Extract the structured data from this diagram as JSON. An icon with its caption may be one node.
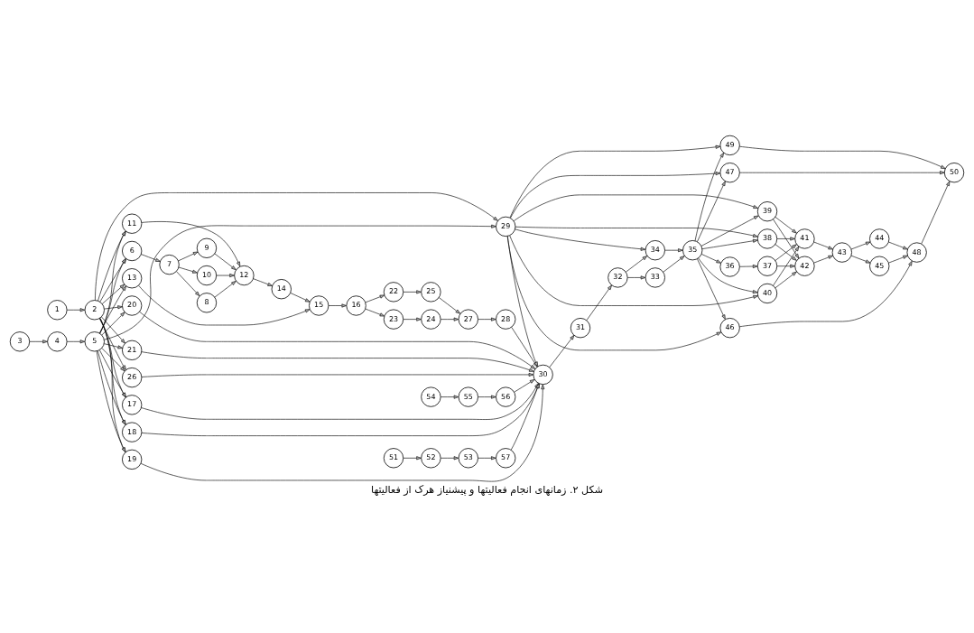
{
  "diagram": {
    "caption": "شکل ۲. زمانهای انجام فعالیتها و پیشنیاز هرک از فعالیتها",
    "nodes": [
      {
        "text": [
          "1"
        ]
      },
      {
        "text": [
          "2"
        ]
      },
      {
        "text": [
          "3"
        ]
      },
      {
        "text": [
          "4"
        ]
      },
      {
        "text": [
          "5"
        ]
      },
      {
        "text": [
          "6"
        ]
      },
      {
        "text": [
          "7"
        ]
      },
      {
        "text": [
          "8"
        ]
      },
      {
        "text": [
          "9"
        ]
      },
      {
        "text": [
          "10"
        ]
      },
      {
        "text": [
          "11"
        ]
      },
      {
        "text": [
          "12"
        ]
      },
      {
        "text": [
          "13"
        ]
      },
      {
        "text": [
          "14"
        ]
      },
      {
        "text": [
          "15"
        ]
      },
      {
        "text": [
          "16"
        ]
      },
      {
        "text": [
          "17"
        ]
      },
      {
        "text": [
          "18"
        ]
      },
      {
        "text": [
          "19"
        ]
      },
      {
        "text": [
          "20"
        ]
      },
      {
        "text": [
          "21"
        ]
      },
      {
        "text": [
          "22"
        ]
      },
      {
        "text": [
          "23"
        ]
      },
      {
        "text": [
          "24"
        ]
      },
      {
        "text": [
          "25"
        ]
      },
      {
        "text": [
          "26"
        ]
      },
      {
        "text": [
          "27"
        ]
      },
      {
        "text": [
          "28"
        ]
      },
      {
        "text": [
          "29"
        ]
      },
      {
        "text": [
          "30"
        ]
      },
      {
        "text": [
          "31"
        ]
      },
      {
        "text": [
          "32"
        ]
      },
      {
        "text": [
          "33"
        ]
      },
      {
        "text": [
          "34"
        ]
      },
      {
        "text": [
          "35"
        ]
      },
      {
        "text": [
          "36"
        ]
      },
      {
        "text": [
          "37"
        ]
      },
      {
        "text": [
          "38"
        ]
      },
      {
        "text": [
          "39"
        ]
      },
      {
        "text": [
          "40"
        ]
      },
      {
        "text": [
          "41"
        ]
      },
      {
        "text": [
          "42"
        ]
      },
      {
        "text": [
          "43"
        ]
      },
      {
        "text": [
          "44"
        ]
      },
      {
        "text": [
          "45"
        ]
      },
      {
        "text": [
          "46"
        ]
      },
      {
        "text": [
          "47"
        ]
      },
      {
        "text": [
          "48"
        ]
      },
      {
        "text": [
          "49"
        ]
      },
      {
        "text": [
          "50"
        ]
      },
      {
        "text": [
          "51"
        ]
      },
      {
        "text": [
          "52"
        ]
      },
      {
        "text": [
          "53"
        ]
      },
      {
        "text": [
          "54"
        ]
      },
      {
        "text": [
          "55"
        ]
      },
      {
        "text": [
          "56"
        ]
      },
      {
        "text": [
          "57"
        ]
      }
    ],
    "edges": [
      {
        "from": 0,
        "to": 1,
        "arrow": "to"
      },
      {
        "from": 2,
        "to": 3,
        "arrow": "to"
      },
      {
        "from": 3,
        "to": 4,
        "arrow": "to"
      },
      {
        "from": 1,
        "to": 5,
        "arrow": "to"
      },
      {
        "from": 4,
        "to": 5,
        "arrow": "to"
      },
      {
        "from": 1,
        "to": 10,
        "arrow": "to"
      },
      {
        "from": 4,
        "to": 10,
        "arrow": "to"
      },
      {
        "from": 1,
        "to": 12,
        "arrow": "to"
      },
      {
        "from": 4,
        "to": 12,
        "arrow": "to"
      },
      {
        "from": 1,
        "to": 16,
        "arrow": "to"
      },
      {
        "from": 4,
        "to": 16,
        "arrow": "to"
      },
      {
        "from": 1,
        "to": 17,
        "arrow": "to"
      },
      {
        "from": 4,
        "to": 17,
        "arrow": "to"
      },
      {
        "from": 1,
        "to": 18,
        "arrow": "to"
      },
      {
        "from": 4,
        "to": 18,
        "arrow": "to"
      },
      {
        "from": 1,
        "to": 19,
        "arrow": "to"
      },
      {
        "from": 4,
        "to": 19,
        "arrow": "to"
      },
      {
        "from": 1,
        "to": 20,
        "arrow": "to"
      },
      {
        "from": 4,
        "to": 20,
        "arrow": "to"
      },
      {
        "from": 1,
        "to": 25,
        "arrow": "to"
      },
      {
        "from": 4,
        "to": 25,
        "arrow": "to"
      },
      {
        "from": 1,
        "to": 28,
        "arrow": "to"
      },
      {
        "from": 4,
        "to": 28,
        "arrow": "to"
      },
      {
        "from": 5,
        "to": 6,
        "arrow": "to"
      },
      {
        "from": 6,
        "to": 7,
        "arrow": "to"
      },
      {
        "from": 6,
        "to": 8,
        "arrow": "to"
      },
      {
        "from": 6,
        "to": 9,
        "arrow": "to"
      },
      {
        "from": 7,
        "to": 11,
        "arrow": "to"
      },
      {
        "from": 8,
        "to": 11,
        "arrow": "to"
      },
      {
        "from": 9,
        "to": 11,
        "arrow": "to"
      },
      {
        "from": 10,
        "to": 11,
        "arrow": "to"
      },
      {
        "from": 11,
        "to": 13,
        "arrow": "to"
      },
      {
        "from": 13,
        "to": 14,
        "arrow": "to"
      },
      {
        "from": 12,
        "to": 14,
        "arrow": "to"
      },
      {
        "from": 14,
        "to": 15,
        "arrow": "to"
      },
      {
        "from": 15,
        "to": 21,
        "arrow": "to"
      },
      {
        "from": 15,
        "to": 22,
        "arrow": "to"
      },
      {
        "from": 21,
        "to": 24,
        "arrow": "to"
      },
      {
        "from": 24,
        "to": 26,
        "arrow": "to"
      },
      {
        "from": 22,
        "to": 23,
        "arrow": "to"
      },
      {
        "from": 23,
        "to": 26,
        "arrow": "to"
      },
      {
        "from": 26,
        "to": 27,
        "arrow": "to"
      },
      {
        "from": 27,
        "to": 29,
        "arrow": "to"
      },
      {
        "from": 50,
        "to": 51,
        "arrow": "to"
      },
      {
        "from": 51,
        "to": 52,
        "arrow": "to"
      },
      {
        "from": 52,
        "to": 56,
        "arrow": "to"
      },
      {
        "from": 53,
        "to": 54,
        "arrow": "to"
      },
      {
        "from": 54,
        "to": 55,
        "arrow": "to"
      },
      {
        "from": 55,
        "to": 29,
        "arrow": "to"
      },
      {
        "from": 56,
        "to": 29,
        "arrow": "to"
      },
      {
        "from": 16,
        "to": 29,
        "arrow": "to"
      },
      {
        "from": 17,
        "to": 29,
        "arrow": "to"
      },
      {
        "from": 18,
        "to": 29,
        "arrow": "to"
      },
      {
        "from": 19,
        "to": 29,
        "arrow": "to"
      },
      {
        "from": 20,
        "to": 29,
        "arrow": "to"
      },
      {
        "from": 25,
        "to": 29,
        "arrow": "to"
      },
      {
        "from": 28,
        "to": 29,
        "arrow": "to"
      },
      {
        "from": 28,
        "to": 33,
        "arrow": "to"
      },
      {
        "from": 28,
        "to": 37,
        "arrow": "to"
      },
      {
        "from": 28,
        "to": 38,
        "arrow": "to"
      },
      {
        "from": 28,
        "to": 39,
        "arrow": "to"
      },
      {
        "from": 28,
        "to": 45,
        "arrow": "to"
      },
      {
        "from": 28,
        "to": 46,
        "arrow": "to"
      },
      {
        "from": 28,
        "to": 48,
        "arrow": "to"
      },
      {
        "from": 29,
        "to": 30,
        "arrow": "to"
      },
      {
        "from": 30,
        "to": 31,
        "arrow": "to"
      },
      {
        "from": 31,
        "to": 32,
        "arrow": "to"
      },
      {
        "from": 31,
        "to": 33,
        "arrow": "to"
      },
      {
        "from": 32,
        "to": 34,
        "arrow": "to"
      },
      {
        "from": 33,
        "to": 34,
        "arrow": "to"
      },
      {
        "from": 34,
        "to": 35,
        "arrow": "to"
      },
      {
        "from": 34,
        "to": 37,
        "arrow": "to"
      },
      {
        "from": 34,
        "to": 38,
        "arrow": "to"
      },
      {
        "from": 34,
        "to": 39,
        "arrow": "to"
      },
      {
        "from": 34,
        "to": 45,
        "arrow": "to"
      },
      {
        "from": 34,
        "to": 46,
        "arrow": "to"
      },
      {
        "from": 34,
        "to": 48,
        "arrow": "to"
      },
      {
        "from": 35,
        "to": 36,
        "arrow": "to"
      },
      {
        "from": 36,
        "to": 40,
        "arrow": "to"
      },
      {
        "from": 36,
        "to": 41,
        "arrow": "to"
      },
      {
        "from": 37,
        "to": 40,
        "arrow": "to"
      },
      {
        "from": 37,
        "to": 41,
        "arrow": "to"
      },
      {
        "from": 38,
        "to": 40,
        "arrow": "to"
      },
      {
        "from": 38,
        "to": 41,
        "arrow": "to"
      },
      {
        "from": 39,
        "to": 40,
        "arrow": "to"
      },
      {
        "from": 39,
        "to": 41,
        "arrow": "to"
      },
      {
        "from": 40,
        "to": 42,
        "arrow": "to"
      },
      {
        "from": 41,
        "to": 42,
        "arrow": "to"
      },
      {
        "from": 42,
        "to": 43,
        "arrow": "to"
      },
      {
        "from": 42,
        "to": 44,
        "arrow": "to"
      },
      {
        "from": 43,
        "to": 47,
        "arrow": "to"
      },
      {
        "from": 44,
        "to": 47,
        "arrow": "to"
      },
      {
        "from": 45,
        "to": 47,
        "arrow": "to"
      },
      {
        "from": 47,
        "to": 49,
        "arrow": "to"
      },
      {
        "from": 46,
        "to": 49,
        "arrow": "to"
      },
      {
        "from": 48,
        "to": 49,
        "arrow": "to"
      }
    ]
  }
}
